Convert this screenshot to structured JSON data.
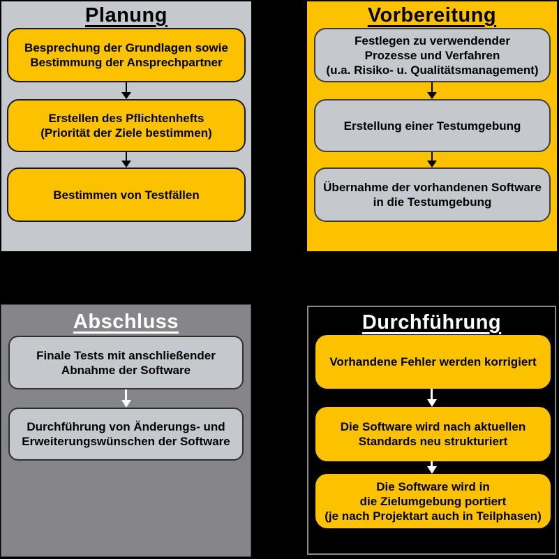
{
  "colors": {
    "page_background": "#000000",
    "gold": "#FCC200",
    "light_gray": "#C5C8CC",
    "mid_gray": "#86858A",
    "title_dark": "#000000",
    "title_light": "#FFFFFF"
  },
  "quadrants": {
    "planung": {
      "title": "Planung",
      "boxes": [
        {
          "lines": [
            "Besprechung der Grundlagen sowie",
            "Bestimmung der Ansprechpartner"
          ]
        },
        {
          "lines": [
            "Erstellen des Pflichtenhefts",
            "(Priorität der Ziele bestimmen)"
          ]
        },
        {
          "lines": [
            "Bestimmen von Testfällen"
          ]
        }
      ]
    },
    "vorbereitung": {
      "title": "Vorbereitung",
      "boxes": [
        {
          "lines": [
            "Festlegen zu verwendender",
            "Prozesse und Verfahren",
            "(u.a. Risiko- u. Qualitätsmanagement)"
          ]
        },
        {
          "lines": [
            "Erstellung einer Testumgebung"
          ]
        },
        {
          "lines": [
            "Übernahme der vorhandenen Software",
            "in die Testumgebung"
          ]
        }
      ]
    },
    "abschluss": {
      "title": "Abschluss",
      "boxes": [
        {
          "lines": [
            "Finale Tests mit anschließender",
            "Abnahme der Software"
          ]
        },
        {
          "lines": [
            "Durchführung von Änderungs- und",
            "Erweiterungswünschen der Software"
          ]
        }
      ]
    },
    "durchfuehrung": {
      "title": "Durchführung",
      "boxes": [
        {
          "lines": [
            "Vorhandene Fehler werden korrigiert"
          ]
        },
        {
          "lines": [
            "Die Software wird nach aktuellen",
            "Standards neu strukturiert"
          ]
        },
        {
          "lines": [
            "Die Software wird in",
            "die Zielumgebung portiert",
            "(je nach Projektart auch in Teilphasen)"
          ]
        }
      ]
    }
  }
}
